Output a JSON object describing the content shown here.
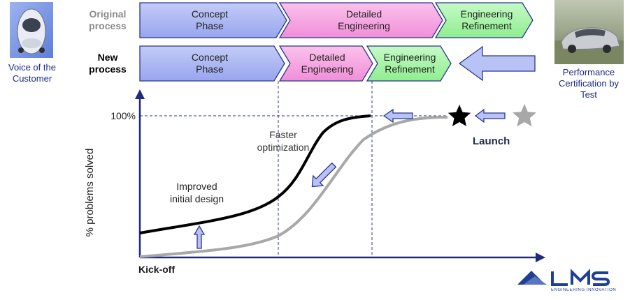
{
  "left_panel": {
    "image_icon": "car-front-model-icon",
    "caption_line1": "Voice of the",
    "caption_line2": "Customer"
  },
  "right_panel": {
    "image_icon": "silver-car-photo",
    "caption_line1": "Performance",
    "caption_line2": "Certification by",
    "caption_line3": "Test"
  },
  "original_process": {
    "label_line1": "Original",
    "label_line2": "process",
    "phases": [
      {
        "line1": "Concept",
        "line2": "Phase"
      },
      {
        "line1": "Detailed",
        "line2": "Engineering"
      },
      {
        "line1": "Engineering",
        "line2": "Refinement"
      }
    ]
  },
  "new_process": {
    "label_line1": "New",
    "label_line2": "process",
    "phases": [
      {
        "line1": "Concept",
        "line2": "Phase"
      },
      {
        "line1": "Detailed",
        "line2": "Engineering"
      },
      {
        "line1": "Engineering",
        "line2": "Refinement"
      }
    ]
  },
  "chart": {
    "y_axis_label": "% problems solved",
    "y_tick": "100%",
    "x_origin_label": "Kick-off",
    "annotation_faster_line1": "Faster",
    "annotation_faster_line2": "optimization",
    "annotation_design_line1": "Improved",
    "annotation_design_line2": "initial design",
    "launch_label": "Launch"
  },
  "logo": {
    "text": "LMS",
    "tagline": "ENGINEERING INNOVATION"
  },
  "colors": {
    "concept": "#a9b4f2",
    "detailed": "#f7a4e2",
    "refinement": "#a6f5a6",
    "arrow_fill": "#b8c2f5",
    "arrow_stroke": "#2a3590",
    "new_curve": "#000000",
    "old_curve": "#a8a8a8",
    "logo_blue": "#1f3f93"
  }
}
